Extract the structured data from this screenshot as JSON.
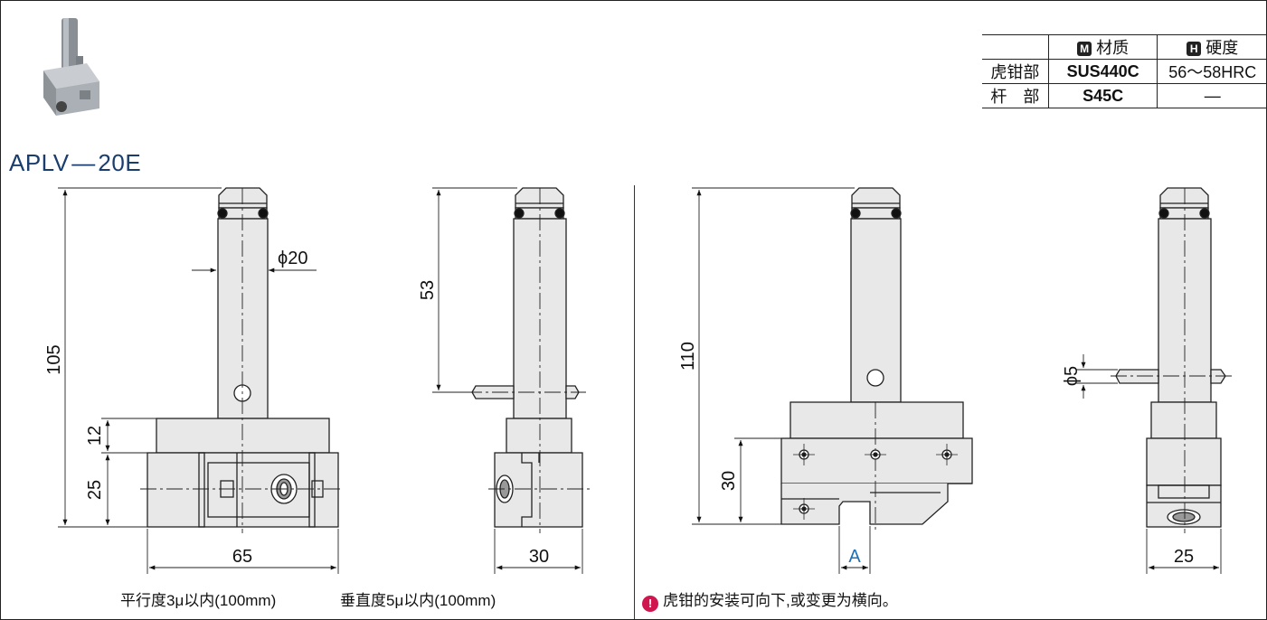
{
  "title": "APLV — 20E",
  "table": {
    "header": [
      "",
      "材质",
      "硬度"
    ],
    "header_badges": [
      "",
      "M",
      "H"
    ],
    "rows": [
      {
        "part": "虎钳部",
        "material": "SUS440C",
        "hardness": "56～58HRC"
      },
      {
        "part": "杆　部",
        "material": "S45C",
        "hardness": "—"
      }
    ]
  },
  "dimensions": {
    "d1": "105",
    "d2": "12",
    "d3": "25",
    "d4": "65",
    "d5": "ϕ20",
    "d6": "53",
    "d7": "30",
    "d8": "110",
    "d9": "30",
    "d10": "A",
    "d11": "ϕ5",
    "d12": "25"
  },
  "captions": {
    "parallelism": "平行度3μ以内(100mm)",
    "perpendicularity": "垂直度5μ以内(100mm)",
    "note": "虎钳的安装可向下,或变更为横向。"
  },
  "colors": {
    "title": "#1a3d6e",
    "dim_a": "#1e6fb8",
    "note_icon": "#d0164e"
  }
}
